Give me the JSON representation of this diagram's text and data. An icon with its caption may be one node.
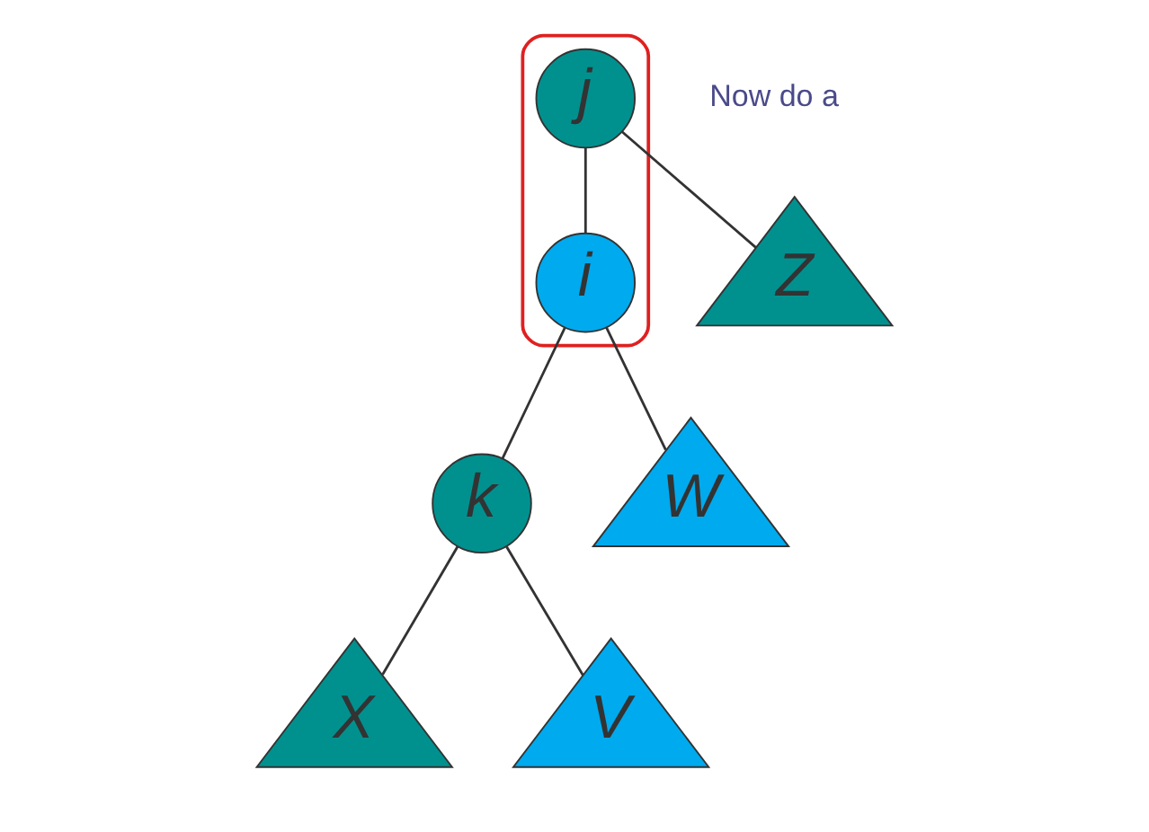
{
  "diagram": {
    "nodes": [
      {
        "text": [],
        "shape": "ellipse"
      },
      {
        "text": [
          "j"
        ],
        "in": 0
      },
      {
        "text": [
          "i"
        ],
        "in": 0
      },
      {
        "text": [
          "Z"
        ]
      },
      {
        "text": [
          "k"
        ]
      },
      {
        "text": [
          "W"
        ]
      },
      {
        "text": [
          "X"
        ]
      },
      {
        "text": [
          "V"
        ]
      }
    ],
    "edges": [
      {
        "from": 1,
        "to": 2,
        "arrow": "none"
      },
      {
        "from": 1,
        "to": 3,
        "arrow": "none"
      },
      {
        "from": 2,
        "to": 4,
        "arrow": "none"
      },
      {
        "from": 2,
        "to": 5,
        "arrow": "none"
      },
      {
        "from": 4,
        "to": 6,
        "arrow": "none"
      },
      {
        "from": 4,
        "to": 7,
        "arrow": "none"
      }
    ],
    "labels": [
      "Now do a"
    ]
  }
}
